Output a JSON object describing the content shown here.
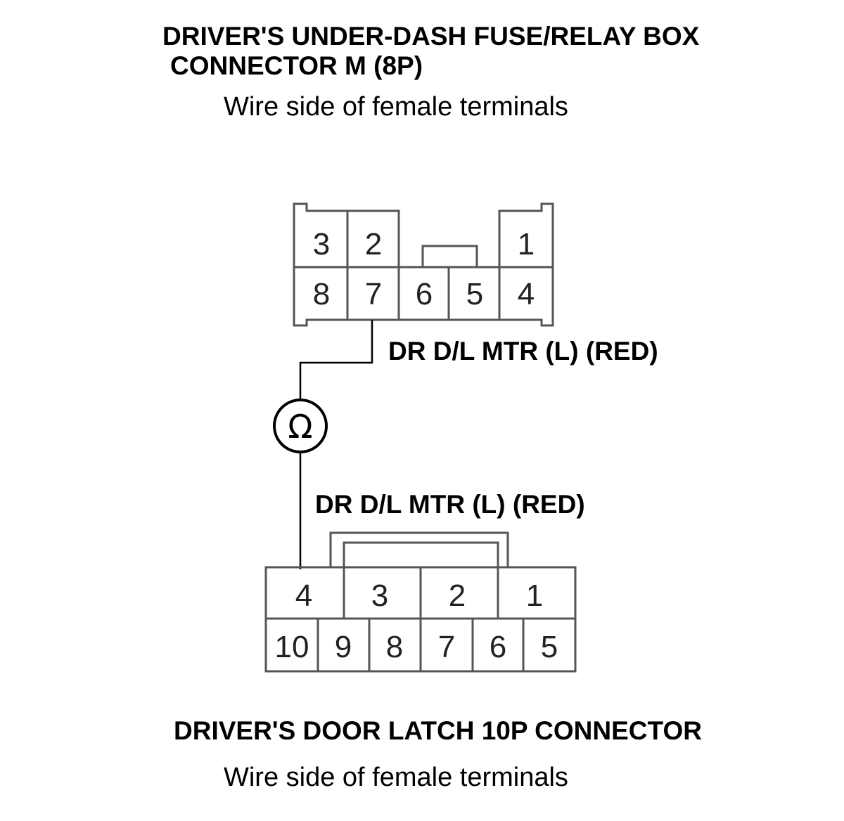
{
  "top_connector": {
    "title_line1": "DRIVER'S UNDER-DASH FUSE/RELAY BOX",
    "title_line2": "CONNECTOR M (8P)",
    "subtitle": "Wire side of female terminals",
    "pins_top": [
      "3",
      "2",
      "1"
    ],
    "pins_bottom": [
      "8",
      "7",
      "6",
      "5",
      "4"
    ],
    "wire_label": "DR D/L MTR (L) (RED)"
  },
  "meter": {
    "symbol": "Ω",
    "icon": "ohmmeter-icon"
  },
  "bottom_connector": {
    "wire_label": "DR D/L MTR (L) (RED)",
    "pins_top": [
      "4",
      "3",
      "2",
      "1"
    ],
    "pins_bottom": [
      "10",
      "9",
      "8",
      "7",
      "6",
      "5"
    ],
    "title": "DRIVER'S DOOR LATCH 10P CONNECTOR",
    "subtitle": "Wire side of female terminals"
  }
}
